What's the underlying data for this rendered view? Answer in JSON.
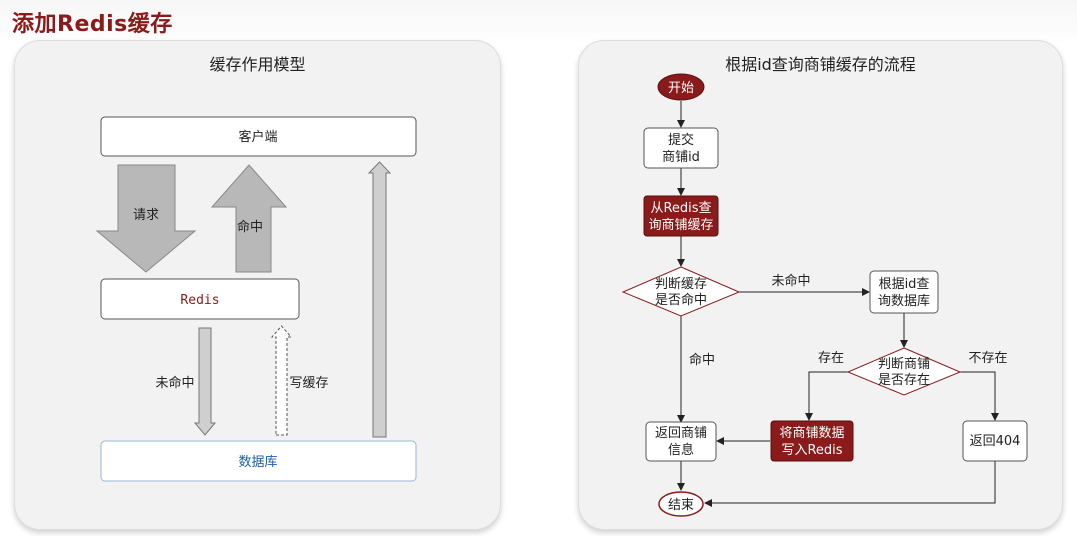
{
  "page": {
    "title": "添加Redis缓存"
  },
  "left": {
    "title": "缓存作用模型",
    "client": "客户端",
    "redis": "Redis",
    "database": "数据库",
    "request": "请求",
    "hit": "命中",
    "miss": "未命中",
    "write_cache": "写缓存"
  },
  "right": {
    "title": "根据id查询商铺缓存的流程",
    "start": "开始",
    "submit_l1": "提交",
    "submit_l2": "商铺id",
    "query_redis_l1": "从Redis查",
    "query_redis_l2": "询商铺缓存",
    "judge_cache_l1": "判断缓存",
    "judge_cache_l2": "是否命中",
    "miss": "未命中",
    "query_db_l1": "根据id查",
    "query_db_l2": "询数据库",
    "hit": "命中",
    "exists": "存在",
    "judge_exists_l1": "判断商铺",
    "judge_exists_l2": "是否存在",
    "not_exists": "不存在",
    "return_info_l1": "返回商铺",
    "return_info_l2": "信息",
    "write_redis_l1": "将商铺数据",
    "write_redis_l2": "写入Redis",
    "return_404": "返回404",
    "end": "结束"
  }
}
